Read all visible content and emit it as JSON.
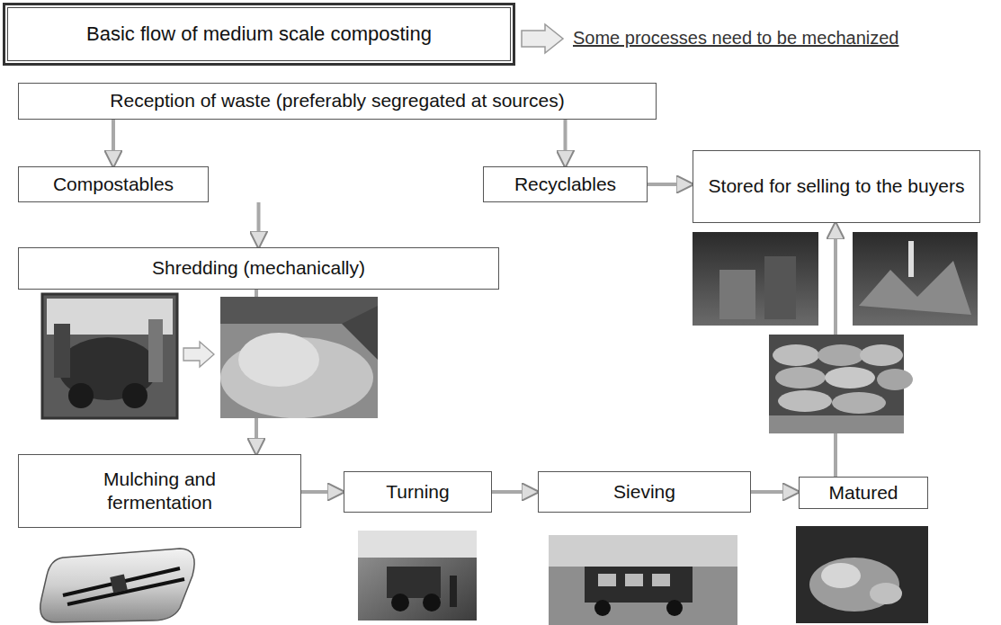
{
  "diagram": {
    "nodes": [
      {
        "text": [
          "Basic flow of medium scale composting"
        ]
      },
      {
        "text": [
          "Reception of waste (preferably segregated at sources)"
        ]
      },
      {
        "text": [
          "Compostables"
        ]
      },
      {
        "text": [
          "Recyclables"
        ]
      },
      {
        "text": [
          "Stored for selling to the buyers"
        ]
      },
      {
        "text": [
          "Shredding (mechanically)"
        ]
      },
      {
        "text": [
          "Mulching and fermentation"
        ]
      },
      {
        "text": [
          "Turning"
        ]
      },
      {
        "text": [
          "Sieving"
        ]
      },
      {
        "text": [
          "Matured"
        ]
      }
    ],
    "edges": [
      {
        "from": 1,
        "to": 2,
        "arrow": "to"
      },
      {
        "from": 1,
        "to": 3,
        "arrow": "to"
      },
      {
        "from": 3,
        "to": 4,
        "arrow": "to"
      },
      {
        "from": 2,
        "to": 5,
        "arrow": "to"
      },
      {
        "from": 5,
        "to": 6,
        "arrow": "to"
      },
      {
        "from": 6,
        "to": 7,
        "arrow": "to"
      },
      {
        "from": 7,
        "to": 8,
        "arrow": "to"
      },
      {
        "from": 8,
        "to": 9,
        "arrow": "to"
      },
      {
        "from": 9,
        "to": 4,
        "arrow": "to"
      }
    ],
    "labels": [
      "Some processes need to be mechanized"
    ]
  }
}
